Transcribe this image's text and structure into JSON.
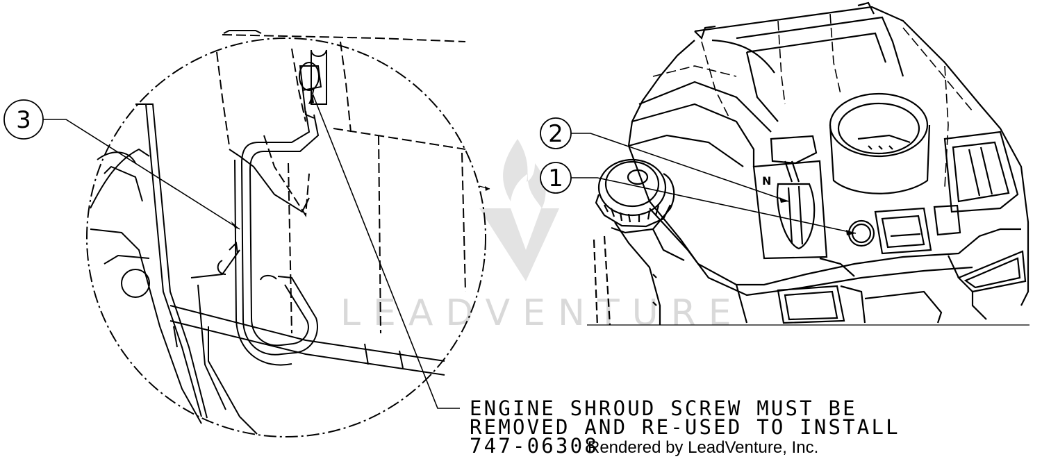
{
  "callouts": {
    "c1": "1",
    "c2": "2",
    "c3": "3"
  },
  "note": {
    "line1": "ENGINE SHROUD SCREW MUST BE",
    "line2": "REMOVED AND RE-USED TO INSTALL",
    "line3": "747-06308"
  },
  "credit": "Rendered by LeadVenture, Inc.",
  "watermark": {
    "text": "LEADVENTURE",
    "color": "#d9d9d9"
  },
  "colors": {
    "line": "#000000",
    "background": "#ffffff"
  }
}
